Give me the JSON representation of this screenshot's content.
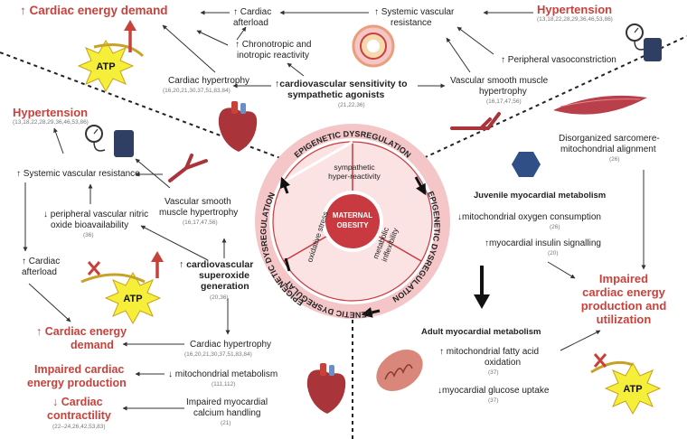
{
  "colors": {
    "accent_red": "#c8423c",
    "ring_pink": "#f4c6c8",
    "center_red": "#c83a3f",
    "atp_yellow": "#f6ef3a"
  },
  "icons": [
    "atp-burst-icon",
    "blood-pressure-monitor-icon",
    "heart-icon",
    "blood-vessel-icon",
    "artery-cross-section-icon",
    "muscle-fiber-icon",
    "hexagon-insulin-icon",
    "mitochondrion-icon",
    "up-arrow-icon",
    "x-mark-icon"
  ],
  "center": {
    "label_line1": "MATERNAL",
    "label_line2": "OBESITY",
    "inner_top_line1": "sympathetic",
    "inner_top_line2": "hyper-reactivity",
    "inner_left": "oxidative stress",
    "inner_right_line1": "metabolic",
    "inner_right_line2": "inflexibility",
    "ring_text_top": "EPIGENETIC DYSREGULATION",
    "ring_text_left": "EPIGENETIC DYSREGULATION",
    "ring_text_right": "EPIGENETIC DYSREGULATION",
    "ring_text_bottom": "EPIGENETIC DYSREGULATION"
  },
  "top": {
    "cardiac_energy_demand": "↑ Cardiac energy demand",
    "cardiac_afterload_1": "↑ Cardiac",
    "cardiac_afterload_2": "afterload",
    "systemic_vascular_1": "↑ Systemic vascular",
    "systemic_vascular_2": "resistance",
    "hypertension": "Hypertension",
    "hypertension_ref": "(13,18,22,28,29,36,46,53,86)",
    "chronotropic_1": "↑ Chronotropic and",
    "chronotropic_2": "inotropic reactivity",
    "peripheral_vaso": "↑ Peripheral vasoconstriction",
    "cardiac_hypertrophy": "Cardiac hypertrophy",
    "cardiac_hypertrophy_ref": "(16,20,21,30,37,51,83,84)",
    "sensitivity_1": "↑cardiovascular sensitivity to",
    "sensitivity_2": "sympathetic agonists",
    "sensitivity_ref": "(21,22,36)",
    "vsm_1": "Vascular smooth muscle",
    "vsm_2": "hypertrophy",
    "vsm_ref": "(16,17,47,56)",
    "atp": "ATP"
  },
  "left": {
    "hypertension": "Hypertension",
    "hypertension_ref": "(13,18,22,28,29,36,46,53,86)",
    "systemic_vascular": "↑ Systemic vascular resistance",
    "vsm_1": "Vascular smooth",
    "vsm_2": "muscle hypertrophy",
    "vsm_ref": "(16,17,47,56)",
    "no_bio_1": "↓ peripheral vascular nitric",
    "no_bio_2": "oxide bioavailability",
    "no_bio_ref": "(36)",
    "afterload_1": "↑ Cardiac",
    "afterload_2": "afterload",
    "superoxide_1": "↑ cardiovascular",
    "superoxide_2": "superoxide",
    "superoxide_3": "generation",
    "superoxide_ref": "(20,36)",
    "energy_demand_1": "↑ Cardiac energy",
    "energy_demand_2": "demand",
    "cardiac_hypertrophy": "Cardiac hypertrophy",
    "cardiac_hypertrophy_ref": "(16,20,21,30,37,51,83,84)",
    "impaired_prod_1": "Impaired cardiac",
    "impaired_prod_2": "energy production",
    "mito_metab": "↓ mitochondrial metabolism",
    "mito_metab_ref": "(111,112)",
    "contractility_1": "↓ Cardiac",
    "contractility_2": "contractility",
    "contractility_ref": "(22–24,26,42,53,83)",
    "calcium_1": "Impaired myocardial",
    "calcium_2": "calcium handling",
    "calcium_ref": "(21)",
    "atp": "ATP"
  },
  "right": {
    "disorganized_1": "Disorganized sarcomere-",
    "disorganized_2": "mitochondrial alignment",
    "disorganized_ref": "(26)",
    "juvenile": "Juvenile myocardial metabolism",
    "mito_o2": "↓mitochondrial oxygen consumption",
    "mito_o2_ref": "(26)",
    "insulin": "↑myocardial insulin signalling",
    "insulin_ref": "(20)",
    "impaired_1": "Impaired",
    "impaired_2": "cardiac energy",
    "impaired_3": "production and",
    "impaired_4": "utilization",
    "adult": "Adult myocardial metabolism",
    "fatty_1": "↑ mitochondrial fatty acid",
    "fatty_2": "oxidation",
    "fatty_ref": "(37)",
    "glucose": "↓myocardial glucose uptake",
    "glucose_ref": "(37)",
    "atp": "ATP"
  }
}
